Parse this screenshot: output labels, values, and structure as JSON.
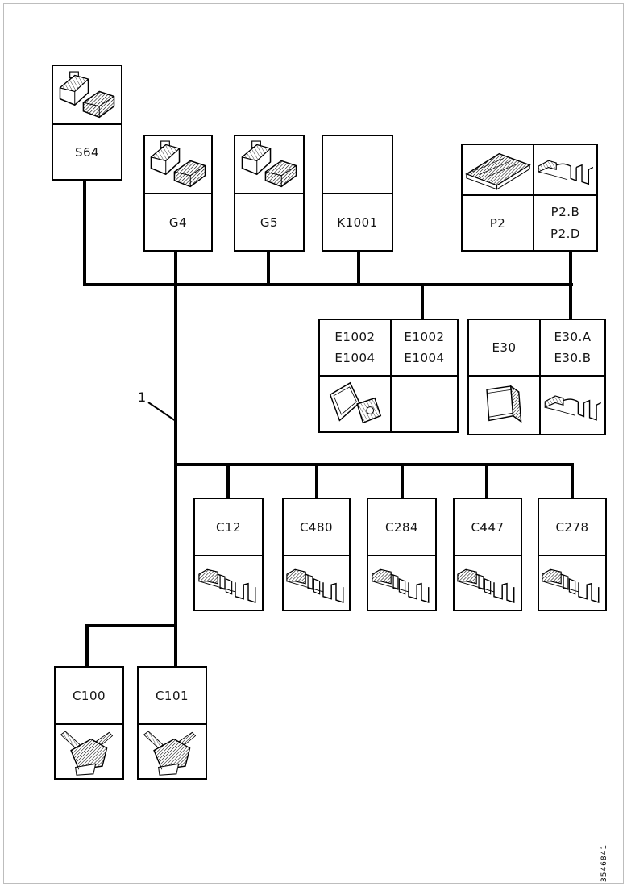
{
  "figure": {
    "callout_label": "1",
    "doc_number": "3546841"
  },
  "colors": {
    "line": "#000000",
    "background": "#ffffff",
    "page_border": "#bdbdbd"
  },
  "nodes": {
    "s64": {
      "label": "S64"
    },
    "g4": {
      "label": "G4"
    },
    "g5": {
      "label": "G5"
    },
    "k1001": {
      "label": "K1001"
    },
    "p2": {
      "label": "P2"
    },
    "p2_variants": {
      "line1": "P2.B",
      "line2": "P2.D"
    },
    "e1002_pair_left": {
      "line1": "E1002",
      "line2": "E1004"
    },
    "e1002_pair_right": {
      "line1": "E1002",
      "line2": "E1004"
    },
    "e30": {
      "label": "E30"
    },
    "e30_variants": {
      "line1": "E30.A",
      "line2": "E30.B"
    },
    "c12": {
      "label": "C12"
    },
    "c480": {
      "label": "C480"
    },
    "c284": {
      "label": "C284"
    },
    "c447": {
      "label": "C447"
    },
    "c278": {
      "label": "C278"
    },
    "c100": {
      "label": "C100"
    },
    "c101": {
      "label": "C101"
    }
  }
}
